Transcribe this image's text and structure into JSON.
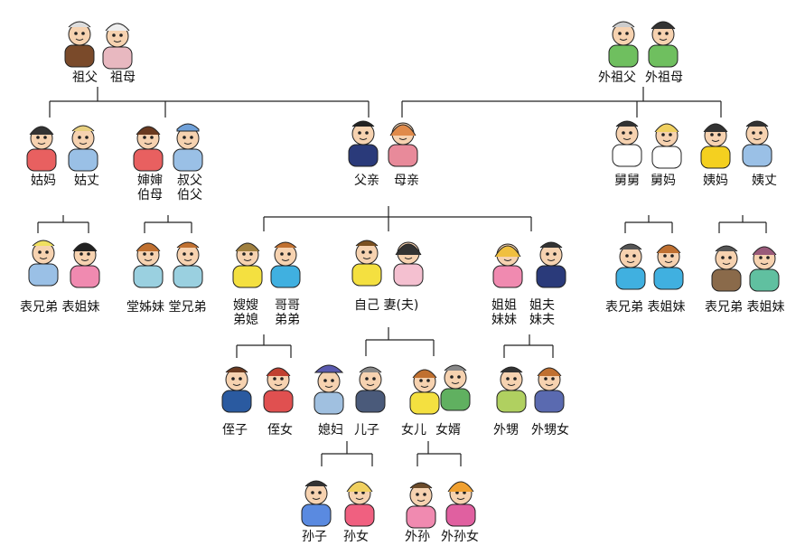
{
  "labels": {
    "grandfather": "祖父",
    "grandmother": "祖母",
    "maternal_grandfather": "外祖父",
    "maternal_grandmother": "外祖母",
    "paternal_aunt": "姑妈",
    "paternal_aunt_husband": "姑丈",
    "shenshen": "婶婶",
    "bomu": "伯母",
    "shufu": "叔父",
    "bofu": "伯父",
    "father": "父亲",
    "mother": "母亲",
    "maternal_uncle": "舅舅",
    "maternal_uncle_wife": "舅妈",
    "maternal_aunt": "姨妈",
    "maternal_aunt_husband": "姨丈",
    "cousin_left": "表兄弟 表姐妹",
    "tang_cousins": "堂姊妹 堂兄弟",
    "sister_in_law": "嫂嫂",
    "younger_brother_wife": "弟媳",
    "elder_brother": "哥哥",
    "younger_brother": "弟弟",
    "self_spouse": "自己  妻(夫)",
    "elder_sister": "姐姐",
    "younger_sister": "妹妹",
    "elder_sister_husband": "姐夫",
    "younger_sister_husband": "妹夫",
    "cousin_right1": "表兄弟 表姐妹",
    "cousin_right2": "表兄弟 表姐妹",
    "nephew": "侄子",
    "niece": "侄女",
    "daughter_in_law": "媳妇",
    "son": "儿子",
    "daughter": "女儿",
    "son_in_law": "女婿",
    "sister_son": "外甥",
    "sister_daughter": "外甥女",
    "grandson": "孙子",
    "granddaughter": "孙女",
    "daughter_grandson": "外孙",
    "daughter_granddaughter": "外孙女"
  }
}
